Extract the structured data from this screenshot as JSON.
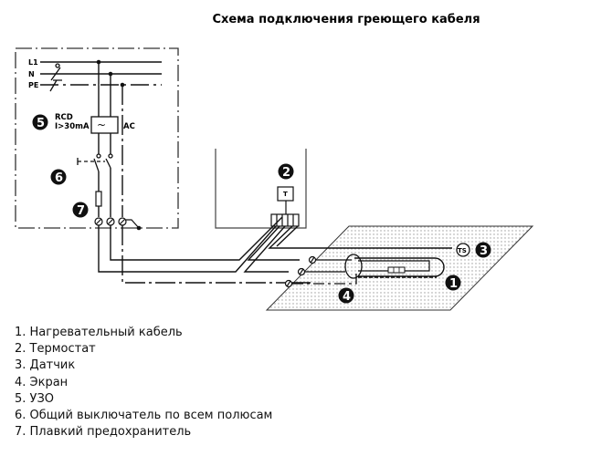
{
  "title": "Схема подключения греющего кабеля",
  "diagram": {
    "line_labels": [
      "L1",
      "N",
      "PE"
    ],
    "rcd_label": "RCD",
    "rcd_current": "I>30mA",
    "rcd_type": "AC",
    "rcd_symbol": "~",
    "thermostat_symbol": "T",
    "sensor_symbol": "TS",
    "markers": [
      "1",
      "2",
      "3",
      "4",
      "5",
      "6",
      "7"
    ]
  },
  "legend": [
    "1. Нагревательный кабель",
    "2. Термостат",
    "3. Датчик",
    "4. Экран",
    "5. УЗО",
    "6. Общий выключатель по всем полюсам",
    "7. Плавкий предохранитель"
  ]
}
